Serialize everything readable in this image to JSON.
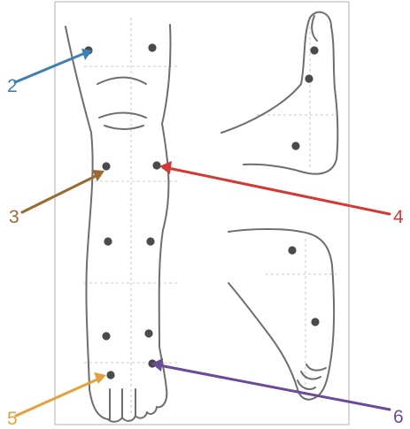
{
  "colors": {
    "background": "#ffffff",
    "panel_border": "#c8c8c8",
    "outline": "#6e6e6e",
    "guide": "#c9c9c9",
    "dot": "#4a4a4a",
    "arrow_2": "#3f7fb3",
    "arrow_3": "#9a6a33",
    "arrow_4": "#d33a36",
    "arrow_5": "#e4a13b",
    "arrow_6": "#6b4a9a"
  },
  "callouts": [
    {
      "id": "2",
      "label": "2",
      "color_key": "arrow_2"
    },
    {
      "id": "3",
      "label": "3",
      "color_key": "arrow_3"
    },
    {
      "id": "4",
      "label": "4",
      "color_key": "arrow_4"
    },
    {
      "id": "5",
      "label": "5",
      "color_key": "arrow_5"
    },
    {
      "id": "6",
      "label": "6",
      "color_key": "arrow_6"
    }
  ],
  "sensor_point_count": 15
}
